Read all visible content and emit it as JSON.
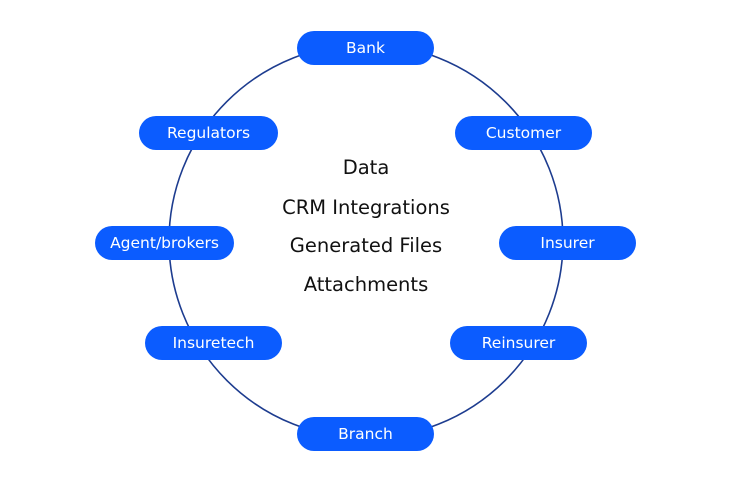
{
  "diagram": {
    "center_items": [
      "Data",
      "CRM Integrations",
      "Generated Files",
      "Attachments"
    ],
    "nodes": {
      "bank": "Bank",
      "customer": "Customer",
      "insurer": "Insurer",
      "reinsurer": "Reinsurer",
      "branch": "Branch",
      "insuretech": "Insuretech",
      "agent_brokers": "Agent/brokers",
      "regulators": "Regulators"
    }
  },
  "colors": {
    "node_fill": "#0b5cff",
    "node_text": "#ffffff",
    "ring_stroke": "#1d3c8f",
    "center_text": "#111111"
  }
}
